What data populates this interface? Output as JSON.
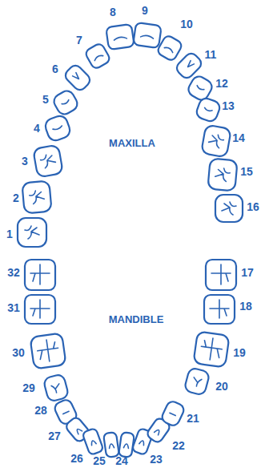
{
  "diagram": {
    "labels": [
      "1",
      "2",
      "3",
      "4",
      "5",
      "6",
      "7",
      "8",
      "9",
      "10",
      "11",
      "12",
      "13",
      "14",
      "15",
      "16",
      "MAXILLA",
      "MANDIBLE",
      "17",
      "18",
      "19",
      "20",
      "21",
      "22",
      "23",
      "24",
      "25",
      "26",
      "27",
      "28",
      "29",
      "30",
      "31",
      "32"
    ]
  }
}
